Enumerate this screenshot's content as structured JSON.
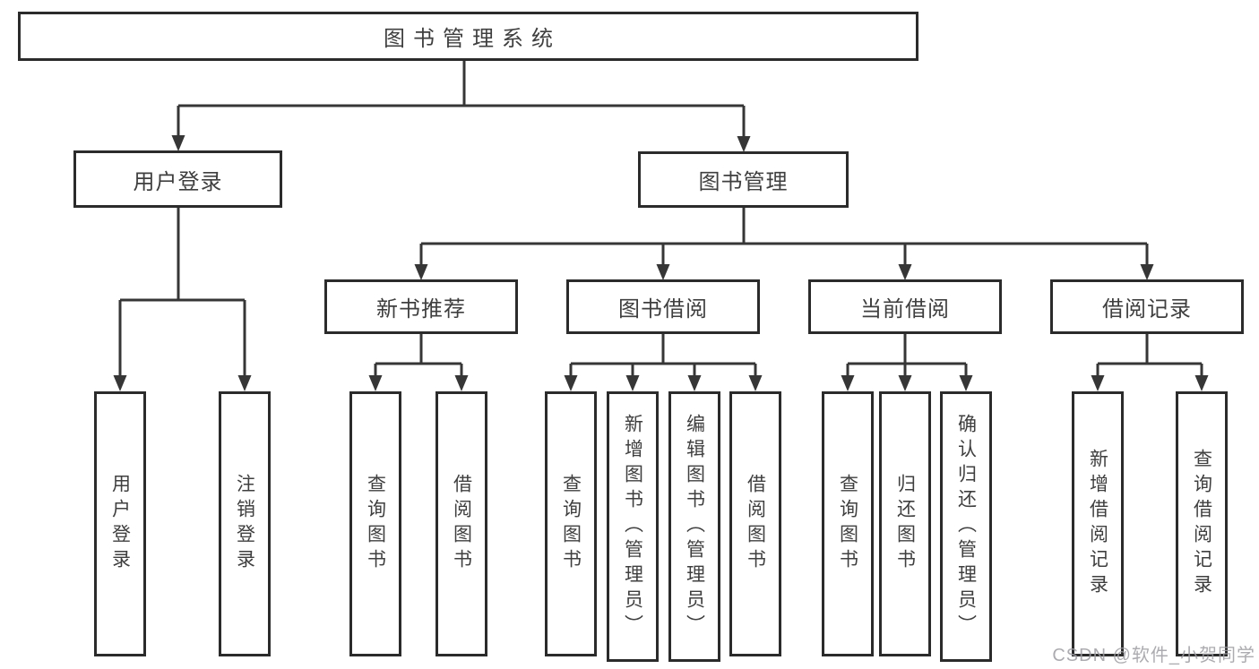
{
  "diagram": {
    "type": "hierarchy-tree",
    "root": {
      "label": "图书管理系统"
    },
    "branches": [
      {
        "label": "用户登录",
        "children": [
          {
            "label": "用户登录"
          },
          {
            "label": "注销登录"
          }
        ]
      },
      {
        "label": "图书管理",
        "children": [
          {
            "label": "新书推荐",
            "children": [
              {
                "label": "查询图书"
              },
              {
                "label": "借阅图书"
              }
            ]
          },
          {
            "label": "图书借阅",
            "children": [
              {
                "label": "查询图书"
              },
              {
                "label": "新增图书（管理员）"
              },
              {
                "label": "编辑图书（管理员）"
              },
              {
                "label": "借阅图书"
              }
            ]
          },
          {
            "label": "当前借阅",
            "children": [
              {
                "label": "查询图书"
              },
              {
                "label": "归还图书"
              },
              {
                "label": "确认归还（管理员）"
              }
            ]
          },
          {
            "label": "借阅记录",
            "children": [
              {
                "label": "新增借阅记录"
              },
              {
                "label": "查询借阅记录"
              }
            ]
          }
        ]
      }
    ]
  },
  "watermark": {
    "text": "CSDN @软件_小贺同学"
  },
  "colors": {
    "background": "#ffffff",
    "box_border": "#2b2b2b",
    "box_fill": "#ffffff",
    "connector": "#363636",
    "label_text": "#3f3f3f",
    "watermark_text": "#9e9ea2"
  }
}
